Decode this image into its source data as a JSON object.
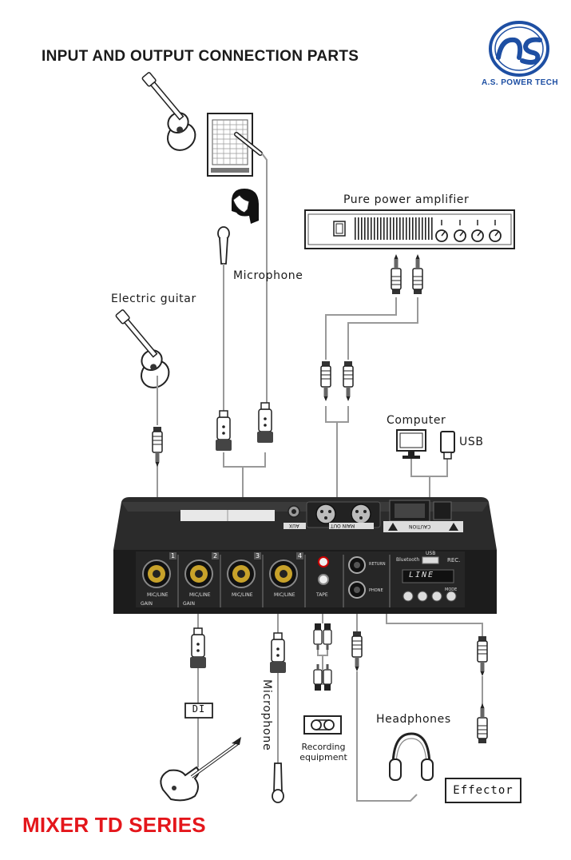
{
  "header": {
    "title": "INPUT AND OUTPUT CONNECTION PARTS"
  },
  "brand": {
    "name": "A.S. POWER TECH",
    "color": "#1e4fa3"
  },
  "footer": {
    "title": "MIXER TD SERIES",
    "color": "#e4161b"
  },
  "labels": {
    "amplifier": "Pure power amplifier",
    "microphone_top": "Microphone",
    "electric_guitar": "Electric guitar",
    "computer": "Computer",
    "usb": "USB",
    "di": "DI",
    "microphone_bottom": "Microphone",
    "recording": "Recording equipment",
    "headphones": "Headphones",
    "effector": "Effector"
  },
  "mixer": {
    "channel_numbers": [
      "1",
      "2",
      "3",
      "4"
    ],
    "channel_label": "MIC/LINE",
    "gain_label": "GAIN",
    "tape_label": "TAPE",
    "return_label": "RETURN",
    "phone_label": "PHONE",
    "bluetooth_label": "Bluetooth",
    "usb_label": "USB",
    "rec_label": "REC.",
    "mode_label": "MODE",
    "display_text": "LINE",
    "main_out_label": "MAIN OUT",
    "aux_label": "AUX",
    "caution_label": "CAUTION"
  }
}
